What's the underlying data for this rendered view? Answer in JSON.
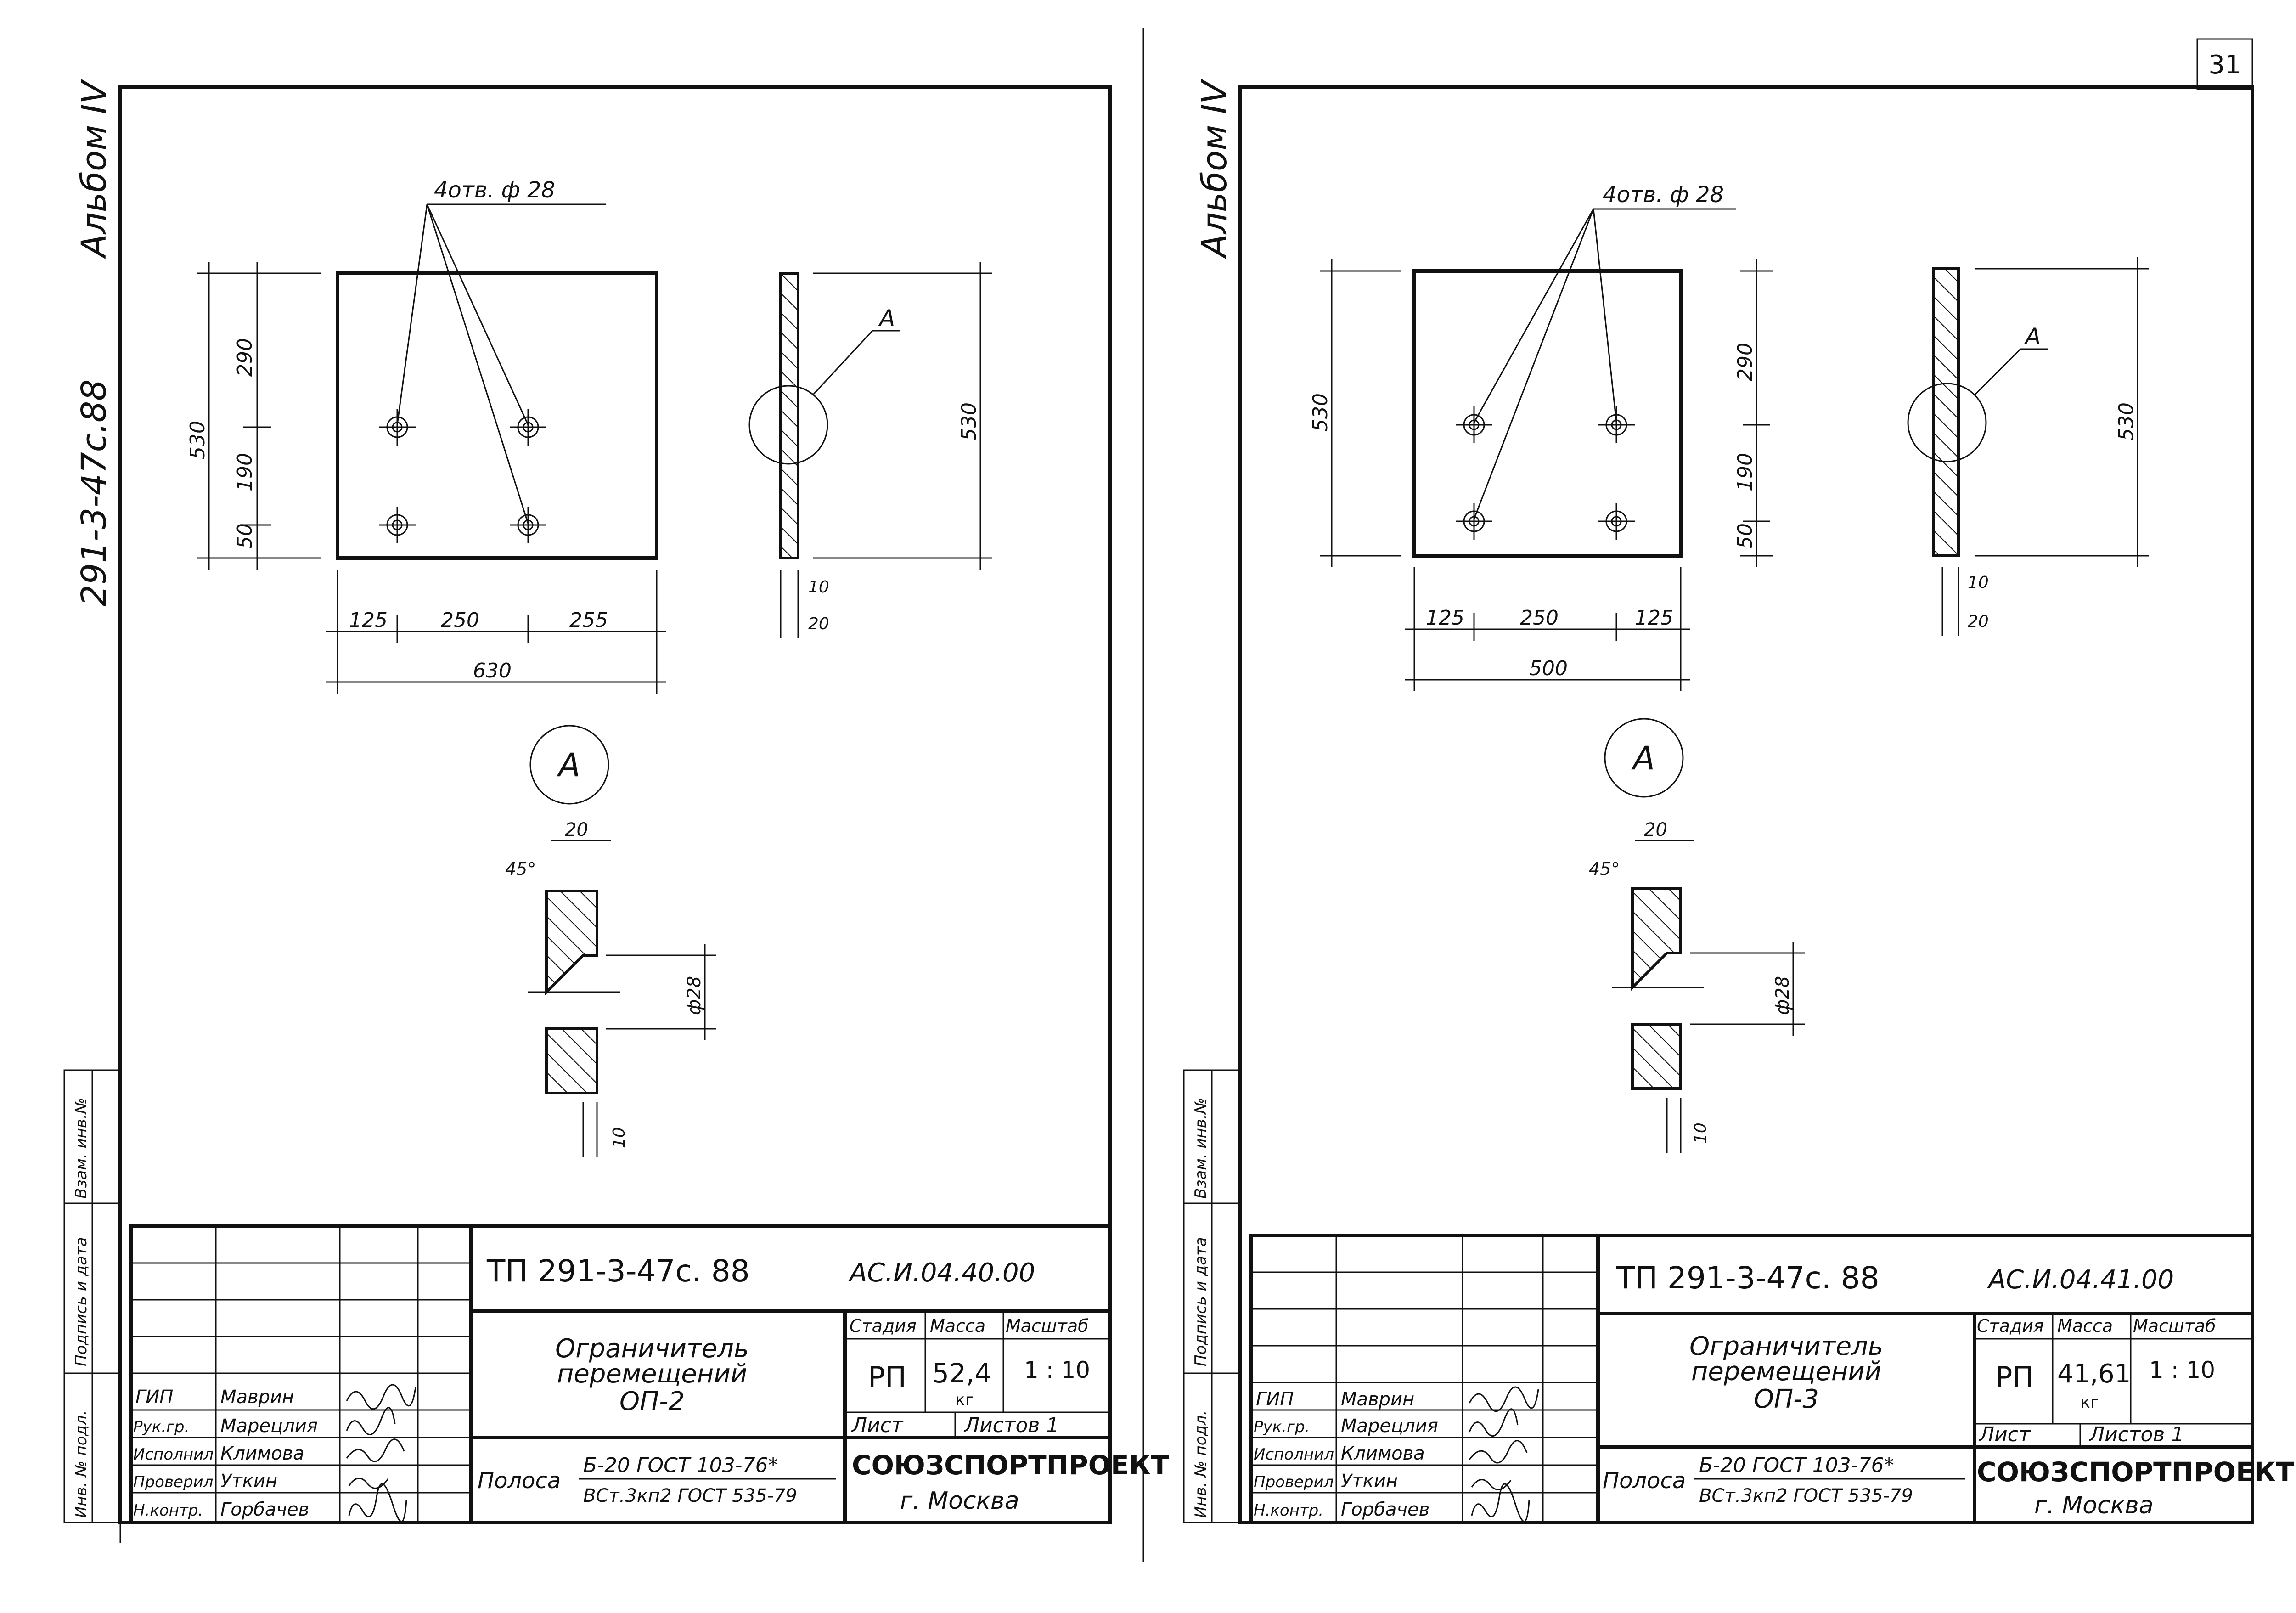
{
  "page_number": "31",
  "sheets": [
    {
      "side_album": "Альбом IV",
      "side_code": "291-3-47с.88",
      "hole_callout": "4отв. ф 28",
      "section_callout": "А",
      "detail_circle_label": "А",
      "dims": {
        "overall_height": "530",
        "h1": "290",
        "h2": "190",
        "h3": "50",
        "w1": "125",
        "w2": "250",
        "w3": "255",
        "overall_width": "630",
        "side_height": "530",
        "t1": "10",
        "t2": "20",
        "detail_w": "20",
        "detail_angle": "45°",
        "detail_dia": "ф28",
        "detail_t": "10"
      },
      "side_stamps": {
        "s1": "Взам. инв.№",
        "s2": "Подпись и дата",
        "s3": "Инв. № подл."
      },
      "title_block": {
        "project": "ТП 291-3-47с. 88",
        "doc_code": "АС.И.04.40.00",
        "name_line1": "Ограничитель",
        "name_line2": "перемещений",
        "name_line3": "ОП-2",
        "stage_head": "Стадия",
        "mass_head": "Масса",
        "scale_head": "Масштаб",
        "stage": "РП",
        "mass": "52,4",
        "mass_unit": "кг",
        "scale": "1 : 10",
        "sheet_label": "Лист",
        "sheets_label": "Листов 1",
        "material_label": "Полоса",
        "material_top": "Б-20 ГОСТ 103-76*",
        "material_bottom": "ВСт.3кп2 ГОСТ 535-79",
        "org": "СОЮЗСПОРТПРОЕКТ",
        "city": "г. Москва",
        "people": [
          {
            "role": "ГИП",
            "name": "Маврин"
          },
          {
            "role": "Рук.гр.",
            "name": "Марецлия"
          },
          {
            "role": "Исполнил",
            "name": "Климова"
          },
          {
            "role": "Проверил",
            "name": "Уткин"
          },
          {
            "role": "Н.контр.",
            "name": "Горбачев"
          }
        ]
      }
    },
    {
      "side_album": "Альбом IV",
      "hole_callout": "4отв. ф 28",
      "section_callout": "А",
      "detail_circle_label": "А",
      "dims": {
        "overall_height": "530",
        "h1": "290",
        "h2": "190",
        "h3": "50",
        "w1": "125",
        "w2": "250",
        "w3": "125",
        "overall_width": "500",
        "side_height": "530",
        "t1": "10",
        "t2": "20",
        "detail_w": "20",
        "detail_angle": "45°",
        "detail_dia": "ф28",
        "detail_t": "10"
      },
      "side_stamps": {
        "s1": "Взам. инв.№",
        "s2": "Подпись и дата",
        "s3": "Инв. № подл."
      },
      "title_block": {
        "project": "ТП 291-3-47с. 88",
        "doc_code": "АС.И.04.41.00",
        "name_line1": "Ограничитель",
        "name_line2": "перемещений",
        "name_line3": "ОП-3",
        "stage_head": "Стадия",
        "mass_head": "Масса",
        "scale_head": "Масштаб",
        "stage": "РП",
        "mass": "41,61",
        "mass_unit": "кг",
        "scale": "1 : 10",
        "sheet_label": "Лист",
        "sheets_label": "Листов 1",
        "material_label": "Полоса",
        "material_top": "Б-20 ГОСТ 103-76*",
        "material_bottom": "ВСт.3кп2 ГОСТ 535-79",
        "org": "СОЮЗСПОРТПРОЕКТ",
        "city": "г. Москва",
        "people": [
          {
            "role": "ГИП",
            "name": "Маврин"
          },
          {
            "role": "Рук.гр.",
            "name": "Марецлия"
          },
          {
            "role": "Исполнил",
            "name": "Климова"
          },
          {
            "role": "Проверил",
            "name": "Уткин"
          },
          {
            "role": "Н.контр.",
            "name": "Горбачев"
          }
        ]
      }
    }
  ]
}
